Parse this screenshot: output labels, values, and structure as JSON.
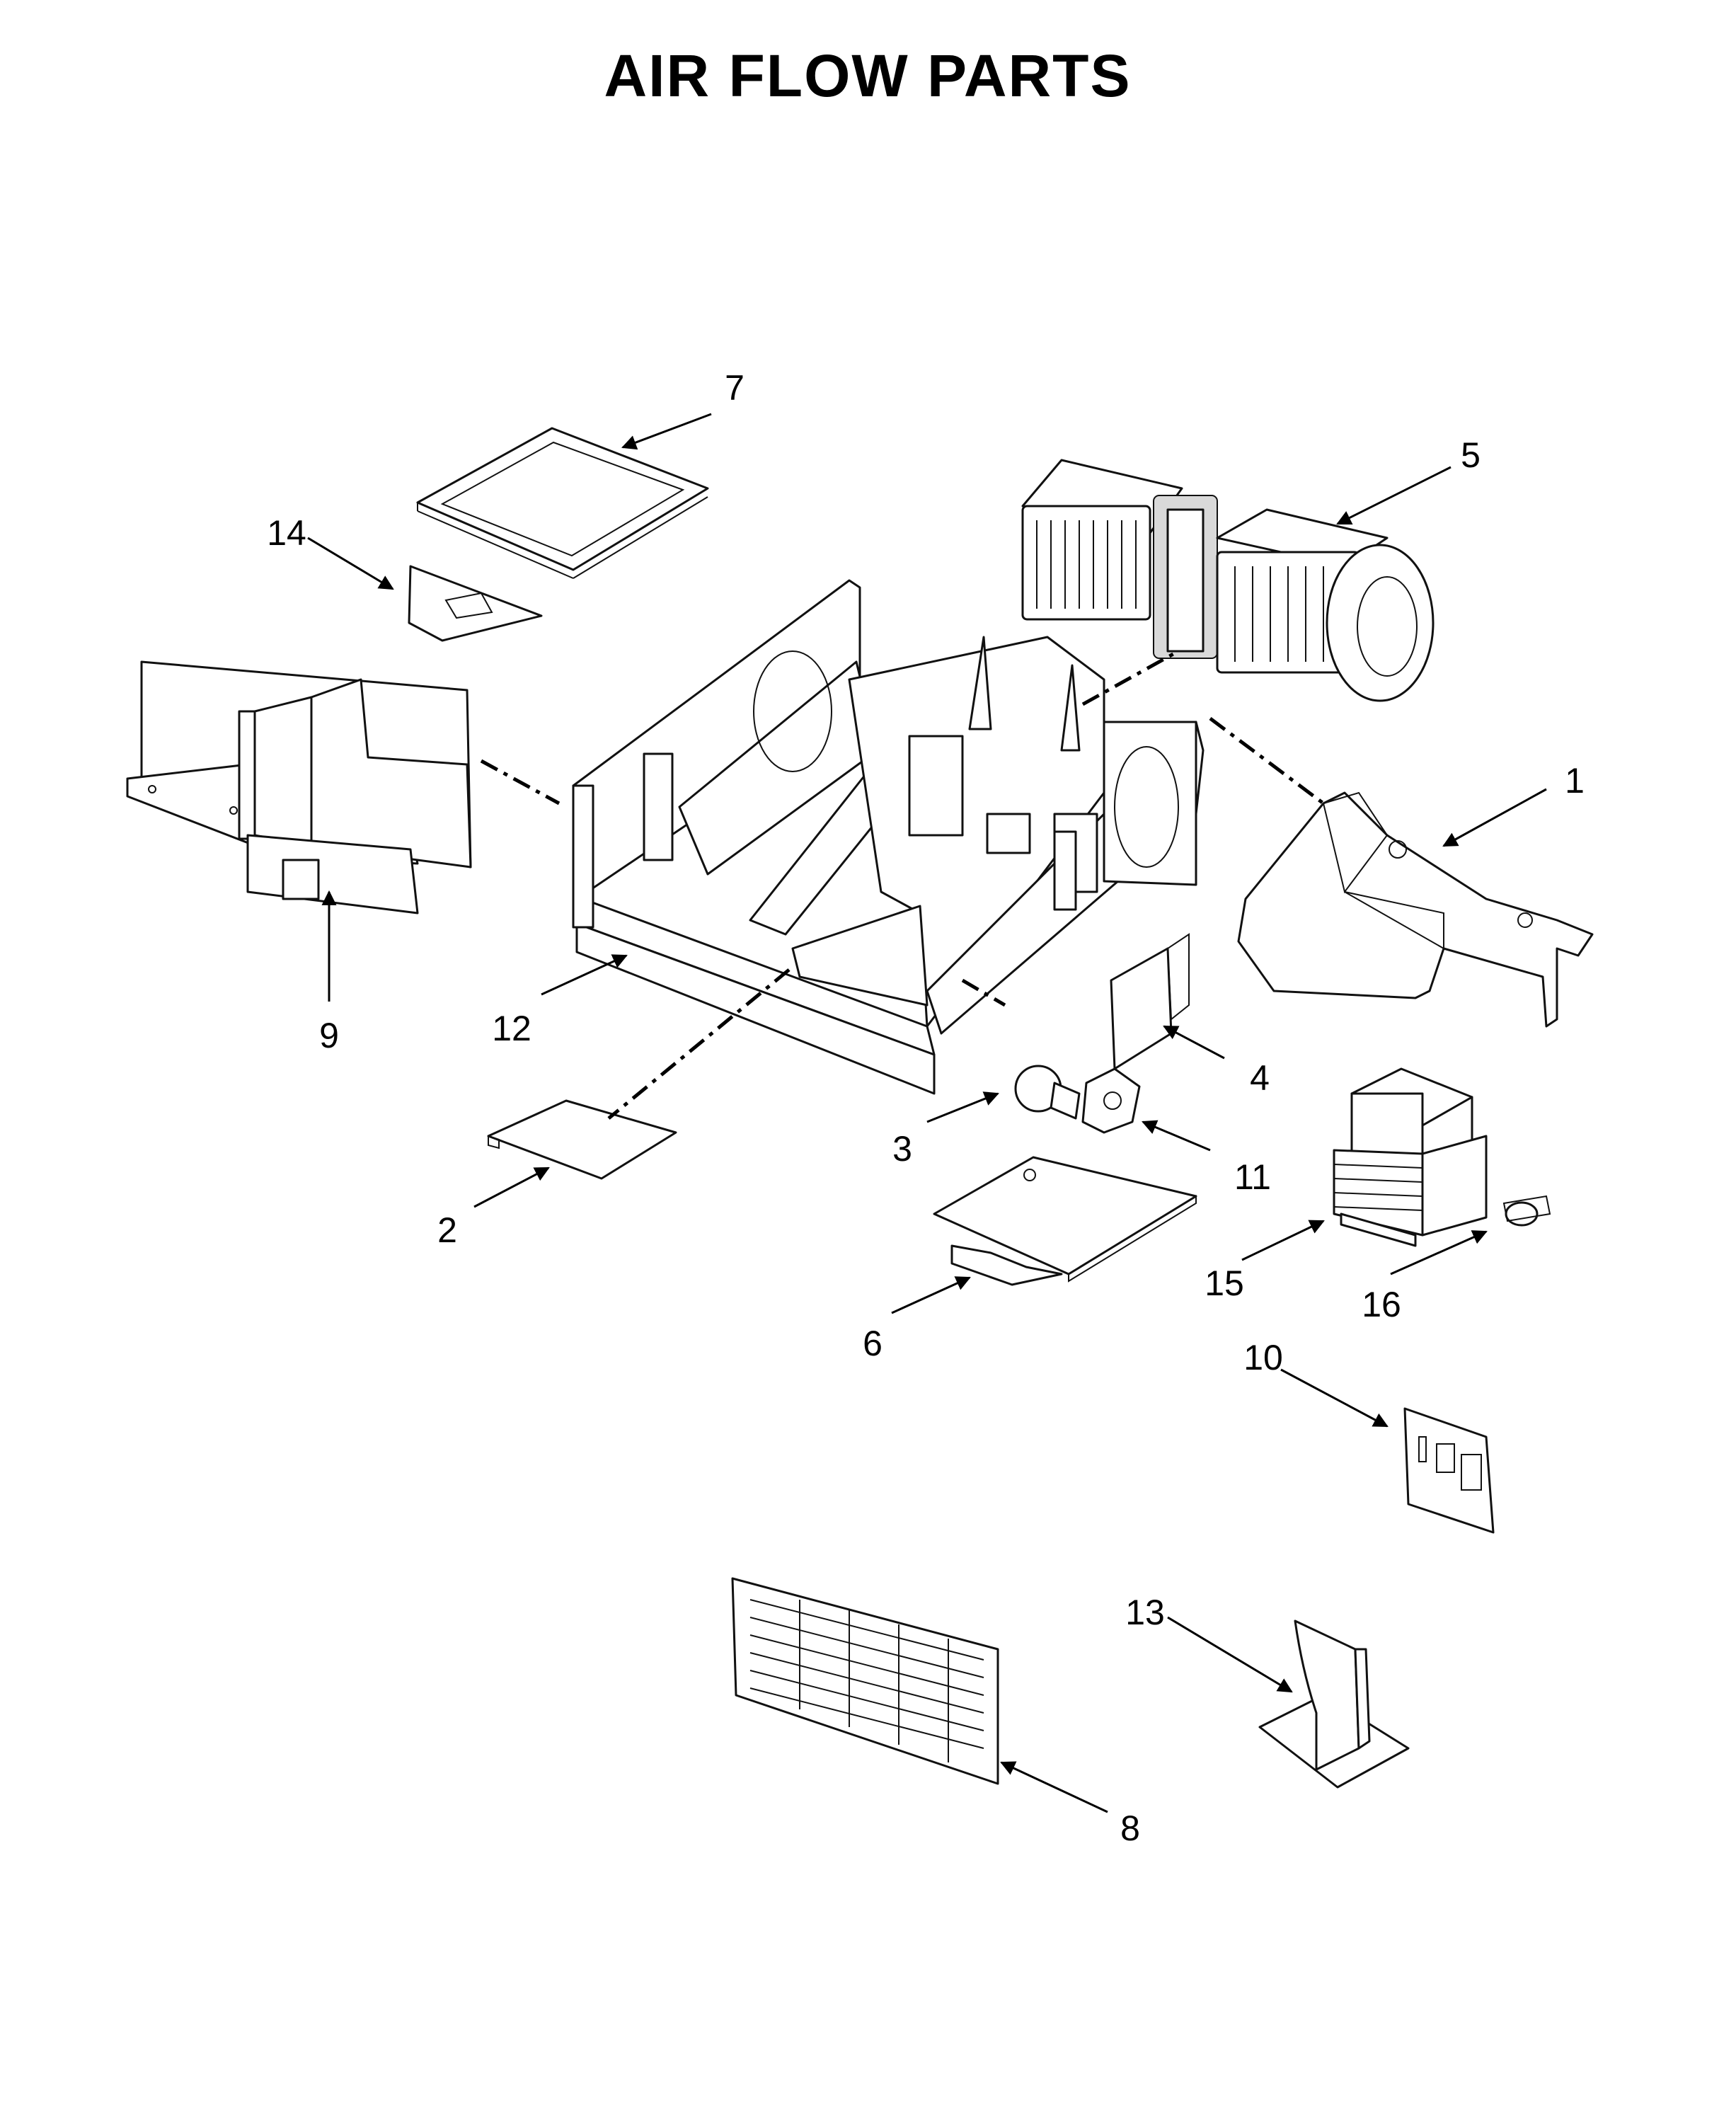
{
  "title": "AIR FLOW PARTS",
  "callouts": [
    {
      "id": "c1",
      "label": "1"
    },
    {
      "id": "c2",
      "label": "2"
    },
    {
      "id": "c3",
      "label": "3"
    },
    {
      "id": "c4",
      "label": "4"
    },
    {
      "id": "c5",
      "label": "5"
    },
    {
      "id": "c6",
      "label": "6"
    },
    {
      "id": "c7",
      "label": "7"
    },
    {
      "id": "c8",
      "label": "8"
    },
    {
      "id": "c9",
      "label": "9"
    },
    {
      "id": "c10",
      "label": "10"
    },
    {
      "id": "c11",
      "label": "11"
    },
    {
      "id": "c12",
      "label": "12"
    },
    {
      "id": "c13",
      "label": "13"
    },
    {
      "id": "c14",
      "label": "14"
    },
    {
      "id": "c15",
      "label": "15"
    },
    {
      "id": "c16",
      "label": "16"
    }
  ]
}
